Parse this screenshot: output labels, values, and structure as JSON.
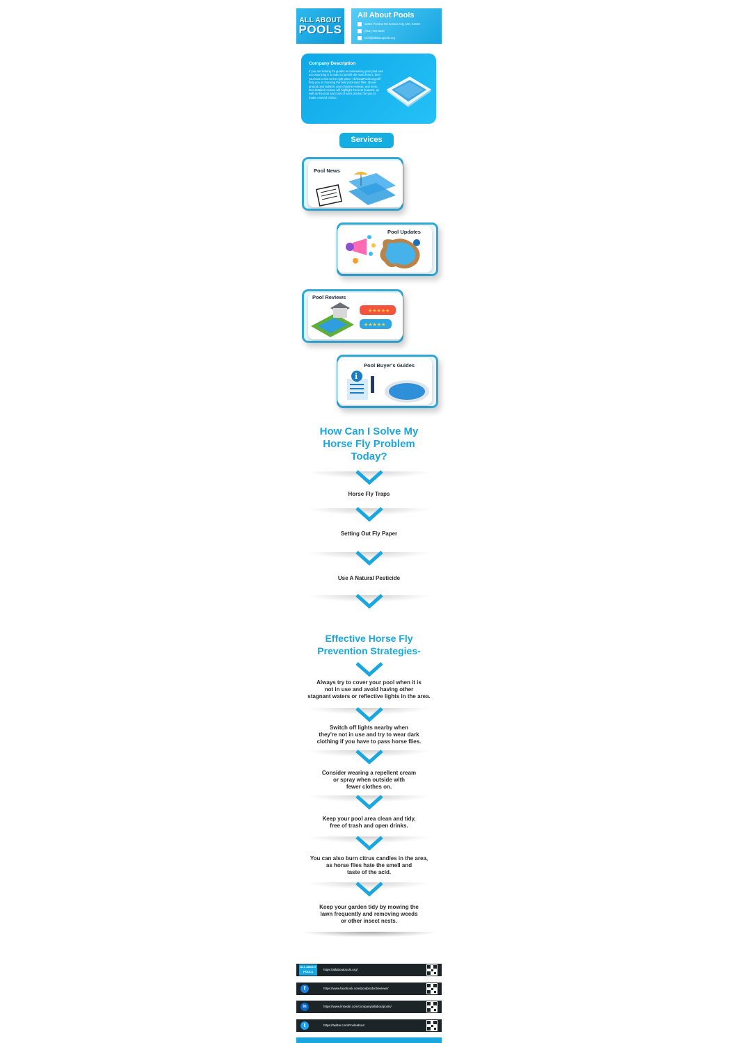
{
  "header": {
    "logo_line1": "ALL ABOUT",
    "logo_line2": "POOLS",
    "title": "All About Pools",
    "address": "11821 Preston Rd Kansas City, MO, 64190",
    "phone": "(913) 730-8040",
    "email": "tech@allaboutpools.org"
  },
  "description": {
    "title": "Company Description",
    "body": "If you are looking for guides on maintaining your pool and accessorizing it in order to benefit the most from it, then you have come to the right place. AllAboutPools.org will help you in choosing the best pool sand filter, above-ground pool ladders, pool chlorine reviews, and more. Our detailed reviews will highlight the best features, as well as the pros and cons of each product for you to make a sound choice."
  },
  "services_label": "Services",
  "services": [
    {
      "title": "Pool News",
      "icon": "newspaper-pool-icon"
    },
    {
      "title": "Pool Updates",
      "icon": "megaphone-pool-icon"
    },
    {
      "title": "Pool Reviews",
      "icon": "house-review-icon"
    },
    {
      "title": "Pool Buyer's Guides",
      "icon": "info-guide-icon"
    }
  ],
  "solve": {
    "line1": "How Can I Solve My",
    "line2": "Horse Fly Problem",
    "line3": "Today?",
    "items": [
      "Horse Fly Traps",
      "Setting Out Fly Paper",
      "Use A Natural Pesticide"
    ]
  },
  "prevention": {
    "line1": "Effective Horse Fly",
    "line2": "Prevention Strategies-",
    "items": [
      [
        "Always try to cover your pool when it is",
        "not in use and avoid having other",
        "stagnant waters or reflective lights in the area."
      ],
      [
        "Switch off lights nearby when",
        "they're not in use and try to wear dark",
        "clothing if you have to pass horse flies."
      ],
      [
        "Consider wearing a repellent cream",
        "or spray when outside with",
        "fewer clothes on."
      ],
      [
        "Keep your pool area clean and tidy,",
        "free of trash and open drinks."
      ],
      [
        "You can also burn citrus candles in the area,",
        "as horse flies hate the smell and",
        "taste of the acid."
      ],
      [
        "Keep your garden tidy by mowing the",
        "lawn frequently and removing weeds",
        "or other insect nests."
      ]
    ]
  },
  "footer": [
    {
      "icon": "all-about-pools-logo-icon",
      "logo_text": "ALL ABOUT POOLS",
      "url": "https://allaboutpools.org/"
    },
    {
      "icon": "facebook-icon",
      "glyph": "f",
      "url": "https://www.facebook.com/poolproductreviews/"
    },
    {
      "icon": "linkedin-icon",
      "glyph": "in",
      "url": "https://www.linkedin.com/company/allaboutpools/"
    },
    {
      "icon": "twitter-icon",
      "glyph": "t",
      "url": "https://twitter.com/Poolsabout"
    }
  ],
  "colors": {
    "accent": "#1aa7e0",
    "dark": "#1c2428"
  }
}
